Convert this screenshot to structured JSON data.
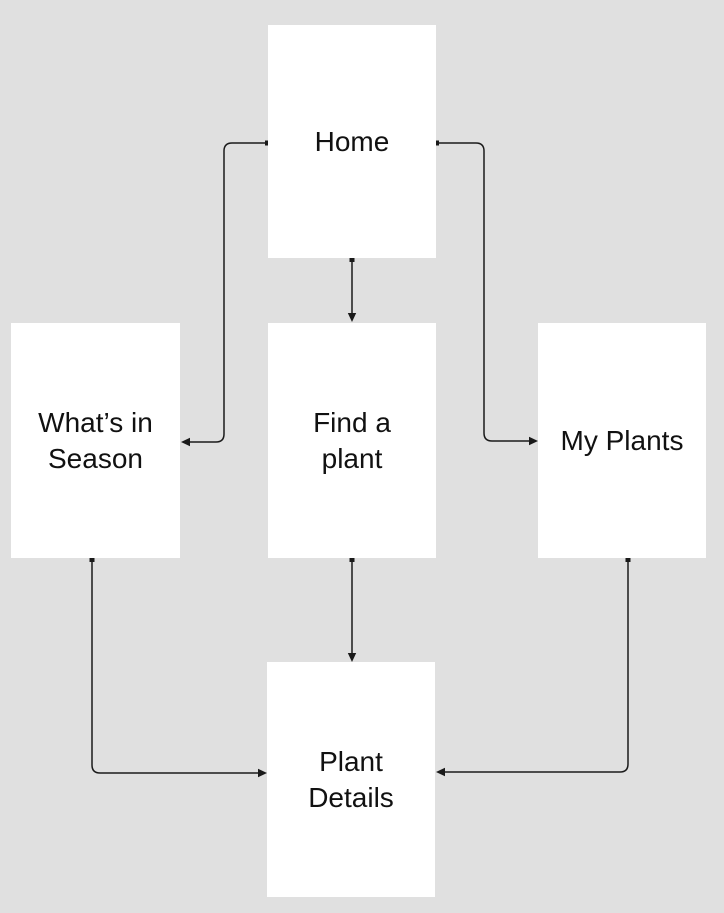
{
  "diagram": {
    "type": "flowchart",
    "colors": {
      "background": "#e0e0e0",
      "node_fill": "#ffffff",
      "connector": "#1a1a1a",
      "text": "#111111"
    },
    "nodes": [
      {
        "id": "home",
        "label": "Home",
        "lines": [
          "Home"
        ]
      },
      {
        "id": "whats-in-season",
        "label": "What’s in Season",
        "lines": [
          "What’s in",
          "Season"
        ]
      },
      {
        "id": "find-a-plant",
        "label": "Find a plant",
        "lines": [
          "Find a",
          "plant"
        ]
      },
      {
        "id": "my-plants",
        "label": "My Plants",
        "lines": [
          "My Plants"
        ]
      },
      {
        "id": "plant-details",
        "label": "Plant Details",
        "lines": [
          "Plant",
          "Details"
        ]
      }
    ],
    "edges": [
      {
        "from": "Home",
        "to": "What’s in Season"
      },
      {
        "from": "Home",
        "to": "Find a plant"
      },
      {
        "from": "Home",
        "to": "My Plants"
      },
      {
        "from": "What’s in Season",
        "to": "Plant Details"
      },
      {
        "from": "Find a plant",
        "to": "Plant Details"
      },
      {
        "from": "My Plants",
        "to": "Plant Details"
      }
    ]
  }
}
